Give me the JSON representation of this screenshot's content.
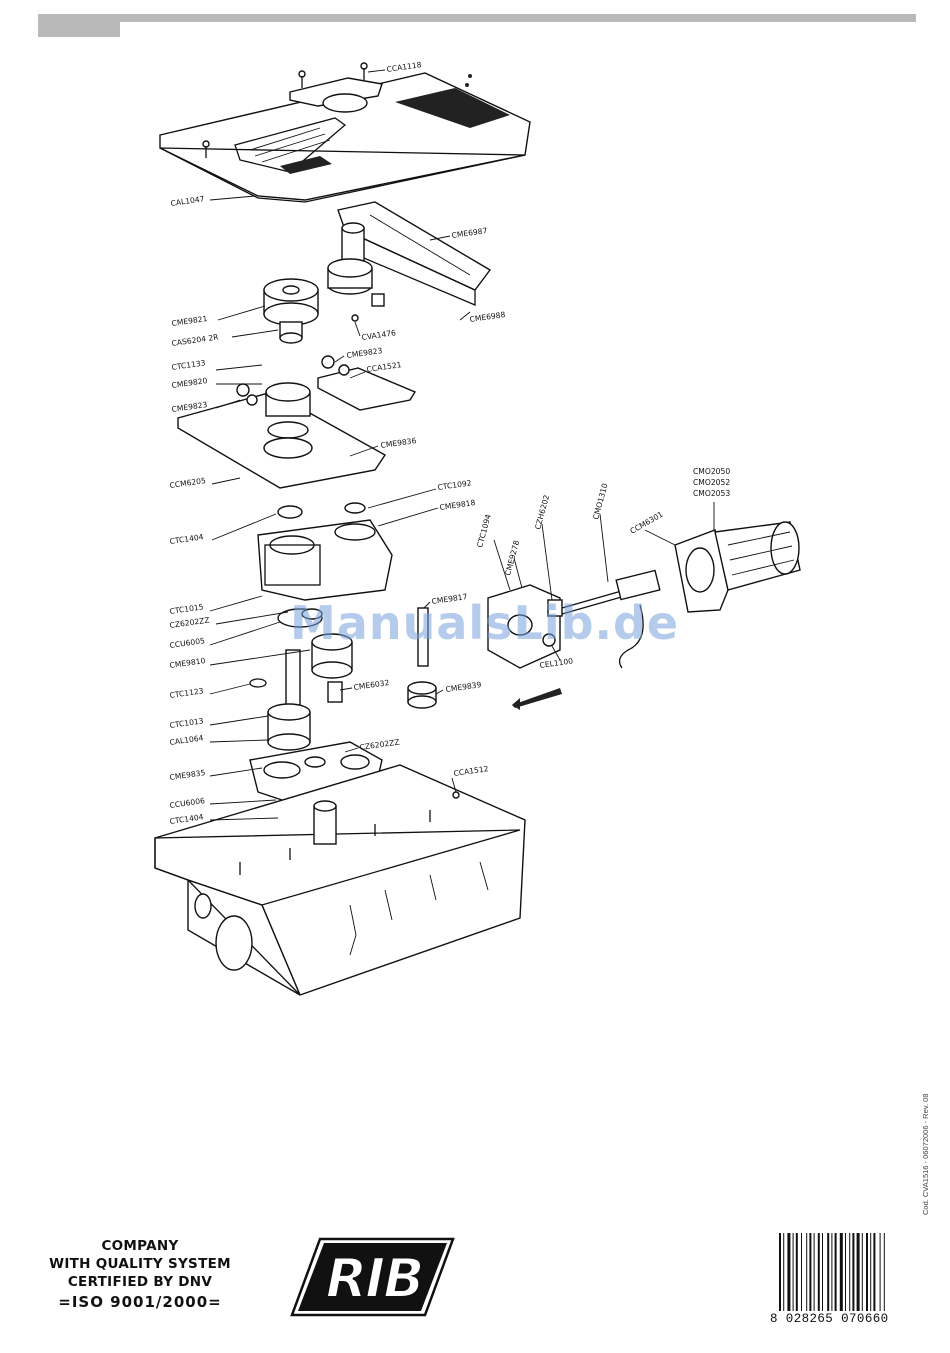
{
  "watermark": "ManualsLib.de",
  "doc_code": "Cod. CVA1516 - 06072006 - Rev. 08",
  "parts": [
    "CCA1118",
    "CAL1047",
    "CME6987",
    "CME6988",
    "CME9821",
    "CAS6204 2R",
    "CVA1476",
    "CTC1133",
    "CME9823",
    "CME9820",
    "CCA1521",
    "CME9823",
    "CME9836",
    "CCM6205",
    "CTC1092",
    "CME9818",
    "CTC1404",
    "CTC1094",
    "CZH6202",
    "CMO1310",
    "CMO2050",
    "CMO2052",
    "CMO2053",
    "CCM6301",
    "CME9278",
    "CTC1015",
    "CZ6202ZZ",
    "CCU6005",
    "CME9810",
    "CME9817",
    "CTC1123",
    "CTC1013",
    "CAL1064",
    "CME6032",
    "CME9839",
    "CEL1100",
    "CZ6202ZZ",
    "CME9835",
    "CCU6006",
    "CCA1512",
    "CTC1404"
  ],
  "quality": {
    "line1": "COMPANY",
    "line2": "WITH QUALITY SYSTEM",
    "line3": "CERTIFIED BY DNV",
    "iso": "=ISO 9001/2000="
  },
  "logo_text": "RIB",
  "barcode_digits": "8 028265 070660",
  "colors": {
    "header_bar": "#b9b9b9",
    "watermark": "#78a0dc"
  }
}
